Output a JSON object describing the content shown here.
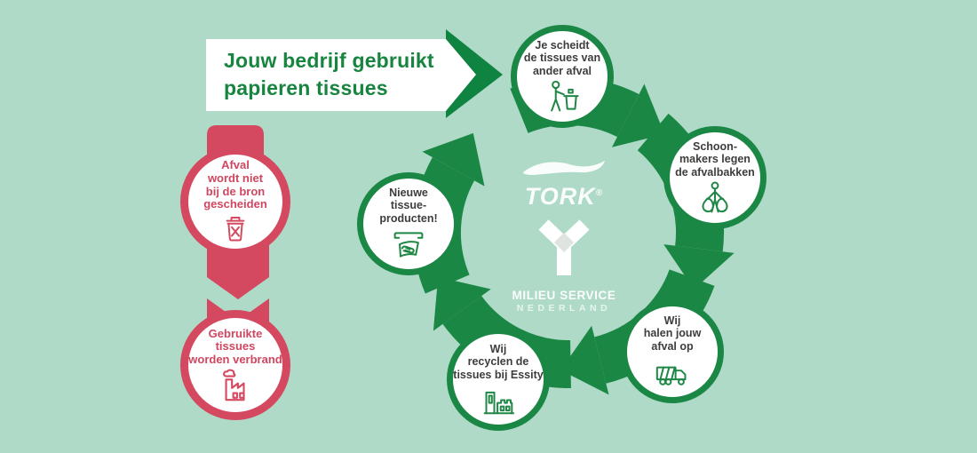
{
  "colors": {
    "background": "#aedac7",
    "green": "#1b8745",
    "red": "#d4495f",
    "dark_text": "#3e3d3c",
    "red_text": "#cf4760",
    "white": "#ffffff"
  },
  "banner": {
    "line1": "Jouw bedrijf gebruikt",
    "line2": "papieren tissues"
  },
  "problem_steps": [
    {
      "id": "waste-not-separated",
      "lines": [
        "Afval",
        "wordt niet",
        "bij de bron",
        "gescheiden"
      ],
      "icon": "crossed-trash-bin-icon"
    },
    {
      "id": "tissues-incinerated",
      "lines": [
        "Gebruikte",
        "tissues",
        "worden verbrand"
      ],
      "icon": "incinerator-icon"
    }
  ],
  "cycle_steps": [
    {
      "id": "separate-tissues",
      "lines": [
        "Je scheidt",
        "de tissues van",
        "ander afval"
      ],
      "icon": "person-binning-tissue-icon"
    },
    {
      "id": "cleaners-empty-bins",
      "lines": [
        "Schoon-",
        "makers legen",
        "de afvalbakken"
      ],
      "icon": "cleaner-with-bags-icon"
    },
    {
      "id": "we-collect-waste",
      "lines": [
        "Wij",
        "halen jouw",
        "afval op"
      ],
      "icon": "garbage-truck-icon"
    },
    {
      "id": "recycled-at-essity",
      "lines": [
        "Wij",
        "recyclen de",
        "tissues bij Essity"
      ],
      "icon": "recycling-plant-icon"
    },
    {
      "id": "new-tissue-products",
      "lines": [
        "Nieuwe",
        "tissue-",
        "producten!"
      ],
      "icon": "tissue-dispenser-hand-icon"
    }
  ],
  "logos": {
    "tork": "TORK",
    "tork_reg": "®",
    "milieu_service_line1": "MILIEU SERVICE",
    "milieu_service_line2": "NEDERLAND"
  }
}
